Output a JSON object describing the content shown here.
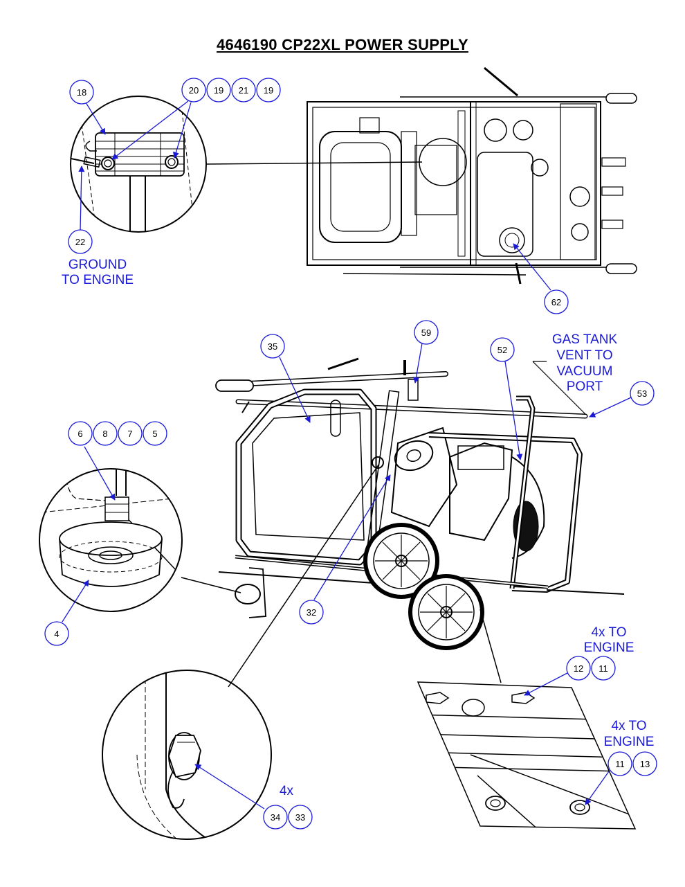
{
  "title": "4646190 CP22XL POWER SUPPLY",
  "colors": {
    "callout": "#1a1ad6",
    "line": "#000000",
    "background": "#ffffff"
  },
  "bubbles": {
    "b18": "18",
    "b20": "20",
    "b19a": "19",
    "b21": "21",
    "b19b": "19",
    "b22": "22",
    "b62": "62",
    "b35": "35",
    "b59": "59",
    "b52": "52",
    "b53": "53",
    "b6": "6",
    "b8": "8",
    "b7": "7",
    "b5": "5",
    "b4": "4",
    "b32": "32",
    "b12": "12",
    "b11a": "11",
    "b11b": "11",
    "b13": "13",
    "b34": "34",
    "b33": "33"
  },
  "notes": {
    "ground": [
      "GROUND",
      "TO ENGINE"
    ],
    "gas_vent": [
      "GAS TANK",
      "VENT TO",
      "VACUUM",
      "PORT"
    ],
    "engine_top": [
      "4x TO",
      "ENGINE"
    ],
    "engine_bottom": [
      "4x TO",
      "ENGINE"
    ],
    "four_x": "4x"
  }
}
